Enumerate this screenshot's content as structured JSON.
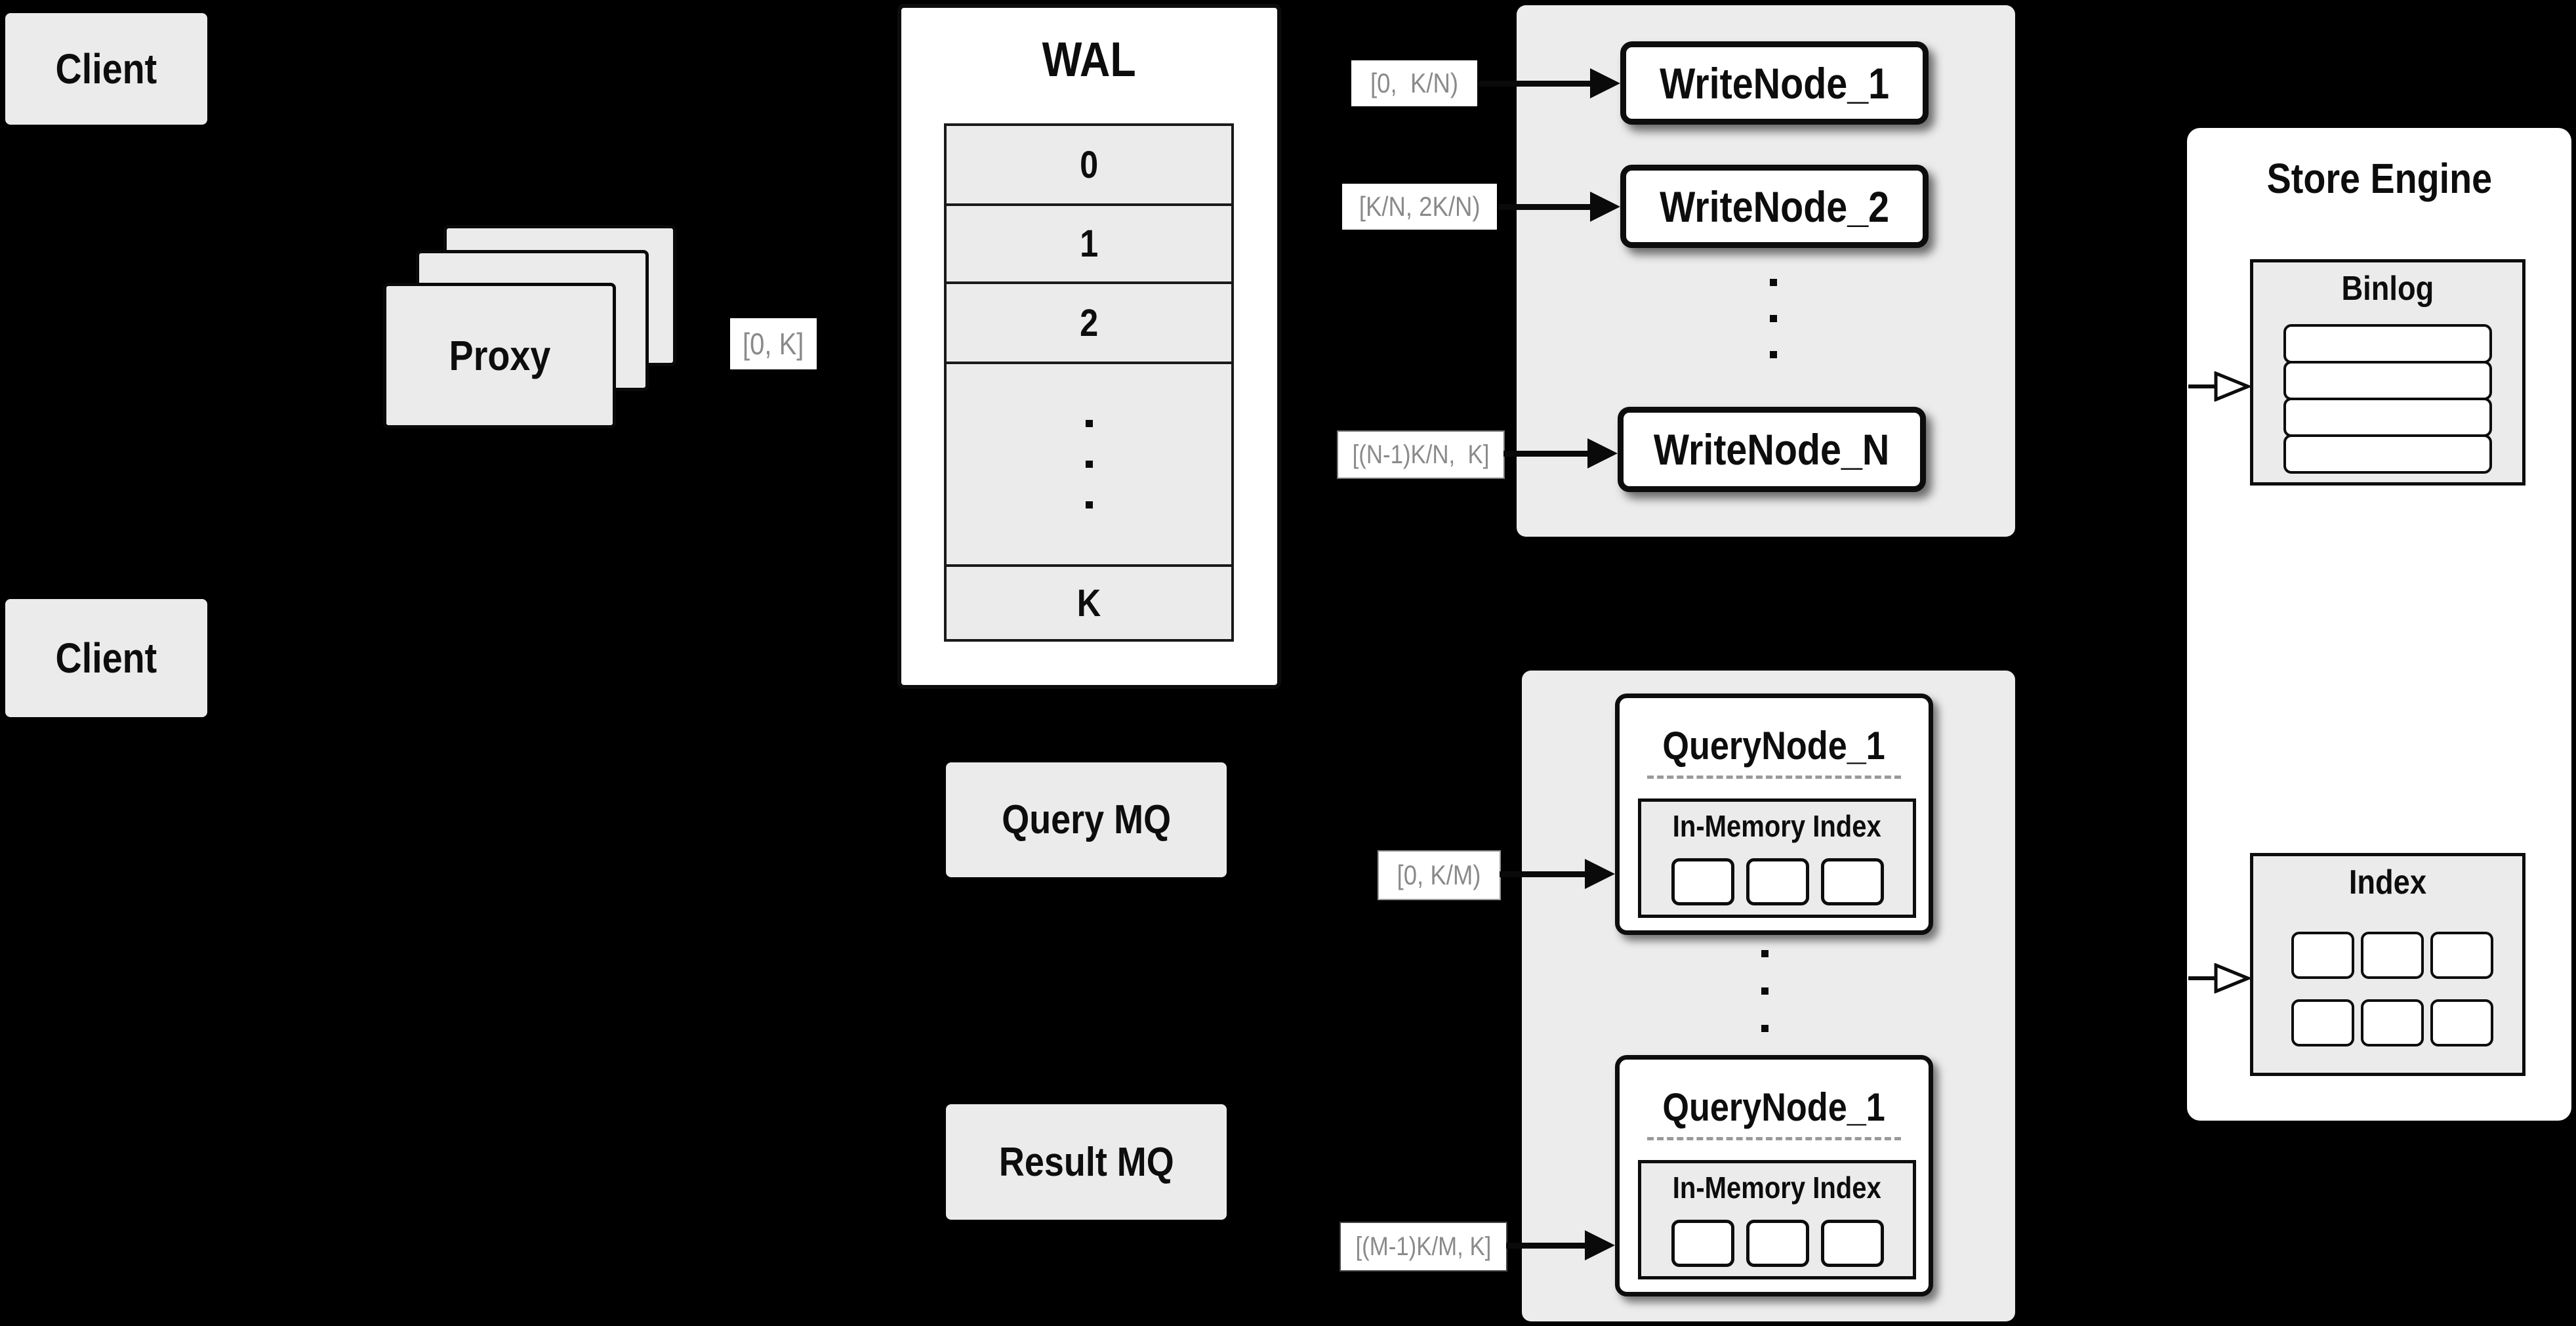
{
  "colors": {
    "background": "#000000",
    "panel_gray": "#ececec",
    "box_gray": "#ebebeb",
    "line_black": "#0d0d0d",
    "chip_text_gray": "#8a8a8a",
    "dashed_gray": "#9a9a9a",
    "white": "#ffffff"
  },
  "clients": {
    "top": "Client",
    "bottom": "Client"
  },
  "proxy": {
    "label": "Proxy"
  },
  "chips": {
    "proxy_out": "[0, K]",
    "write_1": "[0,  K/N)",
    "write_2": "[K/N, 2K/N)",
    "write_n": "[(N-1)K/N,  K]",
    "query_1": "[0, K/M)",
    "query_m": "[(M-1)K/M, K]"
  },
  "wal": {
    "title": "WAL",
    "rows": [
      "0",
      "1",
      "2"
    ],
    "last_row": "K"
  },
  "write_nodes": {
    "node_1": "WriteNode_1",
    "node_2": "WriteNode_2",
    "node_n": "WriteNode_N"
  },
  "query_nodes": {
    "node_1": {
      "title": "QueryNode_1",
      "inner_title": "In-Memory Index"
    },
    "node_2": {
      "title": "QueryNode_1",
      "inner_title": "In-Memory Index"
    }
  },
  "mq": {
    "query": "Query MQ",
    "result": "Result MQ"
  },
  "store_engine": {
    "title": "Store Engine",
    "binlog_title": "Binlog",
    "index_title": "Index"
  }
}
